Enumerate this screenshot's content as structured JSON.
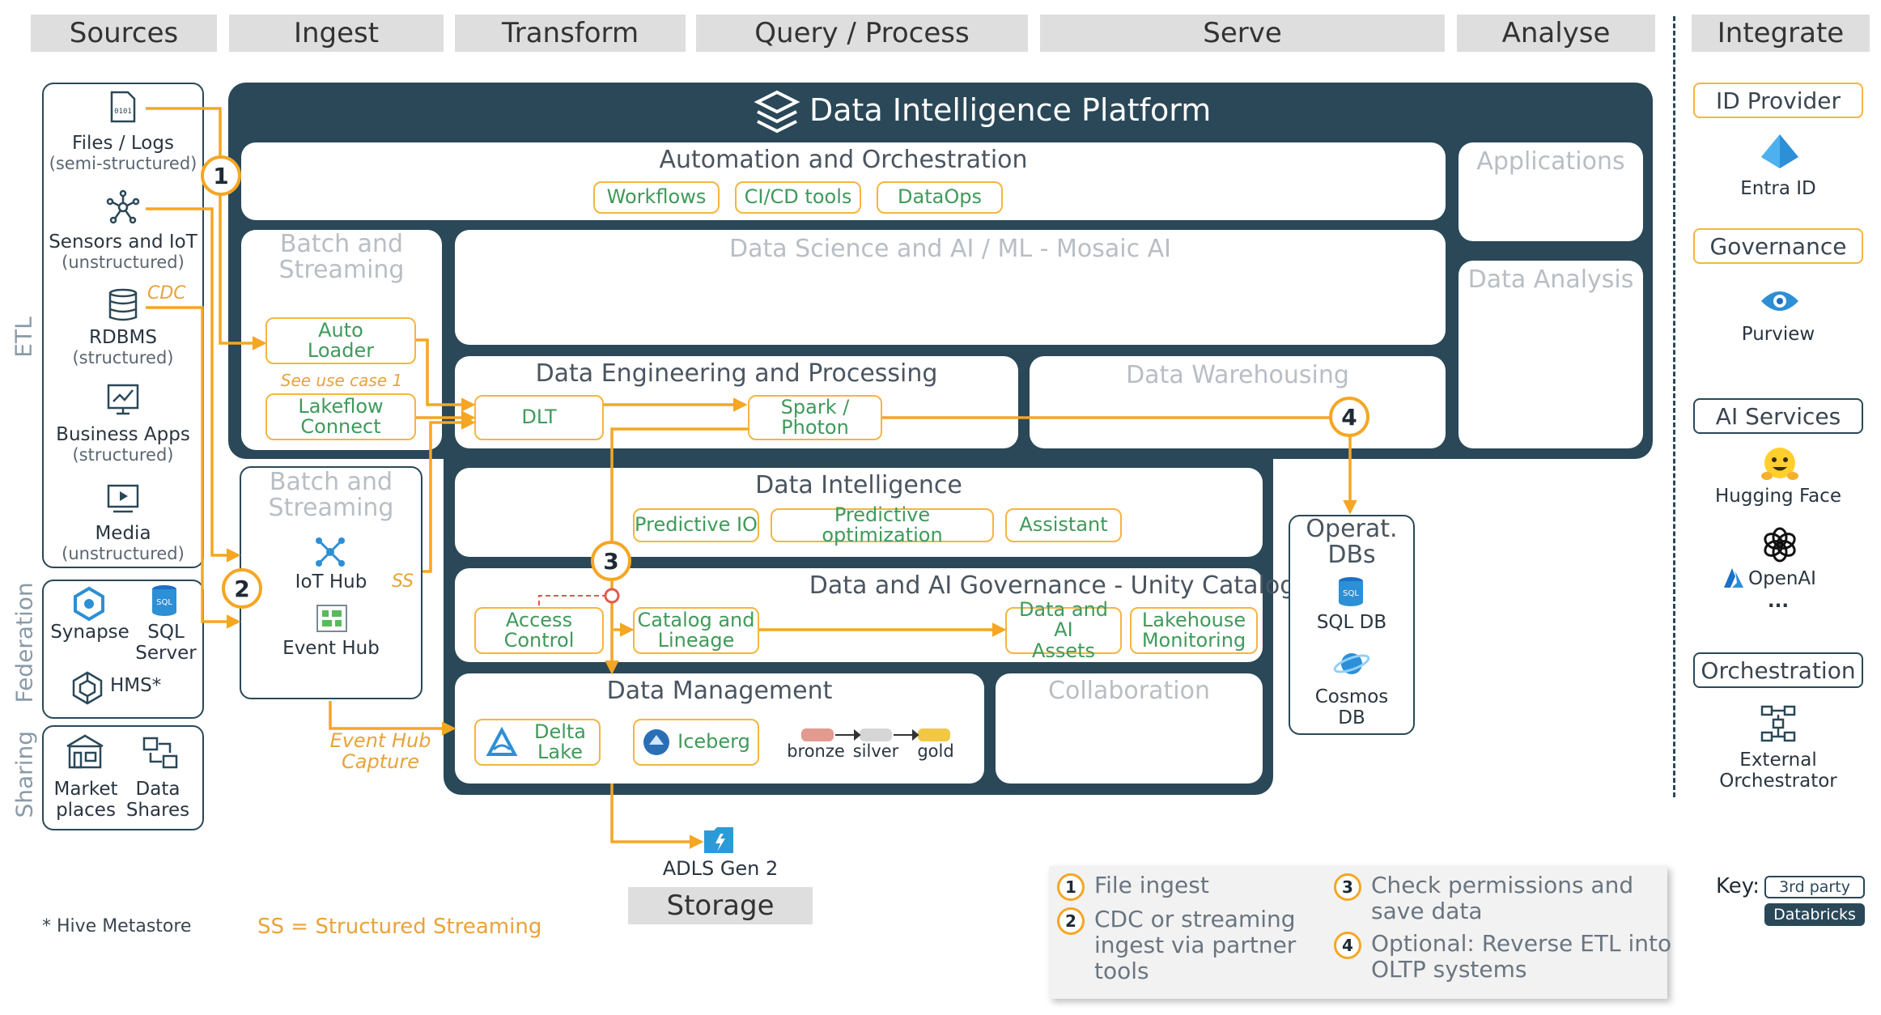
{
  "headers": [
    "Sources",
    "Ingest",
    "Transform",
    "Query / Process",
    "Serve",
    "Analyse",
    "Integrate"
  ],
  "platform_title": "Data Intelligence Platform",
  "side_labels": {
    "etl": "ETL",
    "federation": "Federation",
    "sharing": "Sharing"
  },
  "sources": {
    "files": {
      "name": "Files / Logs",
      "sub": "(semi-structured)"
    },
    "sensors": {
      "name": "Sensors and IoT",
      "sub": "(unstructured)"
    },
    "rdbms": {
      "name": "RDBMS",
      "sub": "(structured)",
      "cdc": "CDC"
    },
    "apps": {
      "name": "Business Apps",
      "sub": "(structured)"
    },
    "media": {
      "name": "Media",
      "sub": "(unstructured)"
    },
    "synapse": "Synapse",
    "sql_server": "SQL\nServer",
    "hms": "HMS*",
    "market": "Market\nplaces",
    "shares": "Data\nShares"
  },
  "automation": {
    "title": "Automation and Orchestration",
    "chips": [
      "Workflows",
      "CI/CD tools",
      "DataOps"
    ]
  },
  "applications": "Applications",
  "data_analysis": "Data Analysis",
  "batch1": {
    "title": "Batch and\nStreaming",
    "auto_loader": "Auto\nLoader",
    "see_use": "See use case 1",
    "lakeflow": "Lakeflow\nConnect"
  },
  "data_science": "Data Science and AI / ML - Mosaic AI",
  "data_eng": {
    "title": "Data Engineering and Processing",
    "dlt": "DLT",
    "spark": "Spark /\nPhoton"
  },
  "data_warehousing": "Data Warehousing",
  "batch2": {
    "title": "Batch and\nStreaming",
    "iot": "IoT Hub",
    "event": "Event Hub",
    "ss": "SS"
  },
  "data_intel": {
    "title": "Data Intelligence",
    "chips": [
      "Predictive IO",
      "Predictive optimization",
      "Assistant"
    ]
  },
  "governance": {
    "title": "Data and AI Governance - Unity Catalog",
    "access": "Access\nControl",
    "catalog": "Catalog and\nLineage",
    "assets": "Data and AI\nAssets",
    "monitoring": "Lakehouse\nMonitoring"
  },
  "data_mgmt": {
    "title": "Data Management",
    "delta": "Delta\nLake",
    "iceberg": "Iceberg",
    "bronze": "bronze",
    "silver": "silver",
    "gold": "gold"
  },
  "collaboration": "Collaboration",
  "operat": {
    "title": "Operat.\nDBs",
    "sqldb": "SQL DB",
    "cosmos": "Cosmos\nDB"
  },
  "event_capture": "Event Hub\nCapture",
  "adls": "ADLS Gen 2",
  "storage": "Storage",
  "footnotes": {
    "hive": "* Hive Metastore",
    "ss": "SS = Structured Streaming"
  },
  "steps": [
    "1",
    "2",
    "3",
    "4"
  ],
  "legend": {
    "l1": "File ingest",
    "l2": "CDC or streaming\ningest via partner\ntools",
    "l3": "Check permissions and\nsave data",
    "l4": "Optional: Reverse ETL into\nOLTP systems"
  },
  "integrate": {
    "id_provider": "ID Provider",
    "entra": "Entra ID",
    "governance": "Governance",
    "purview": "Purview",
    "ai_services": "AI Services",
    "hf": "Hugging Face",
    "openai": "OpenAI",
    "more": "...",
    "orchestration": "Orchestration",
    "ext": "External\nOrchestrator"
  },
  "key": {
    "label": "Key:",
    "third": "3rd party",
    "databricks": "Databricks"
  },
  "colors": {
    "dark": "#2a4858",
    "orange": "#f5a623",
    "green": "#3f9a5a",
    "header_bg": "#dedede"
  }
}
